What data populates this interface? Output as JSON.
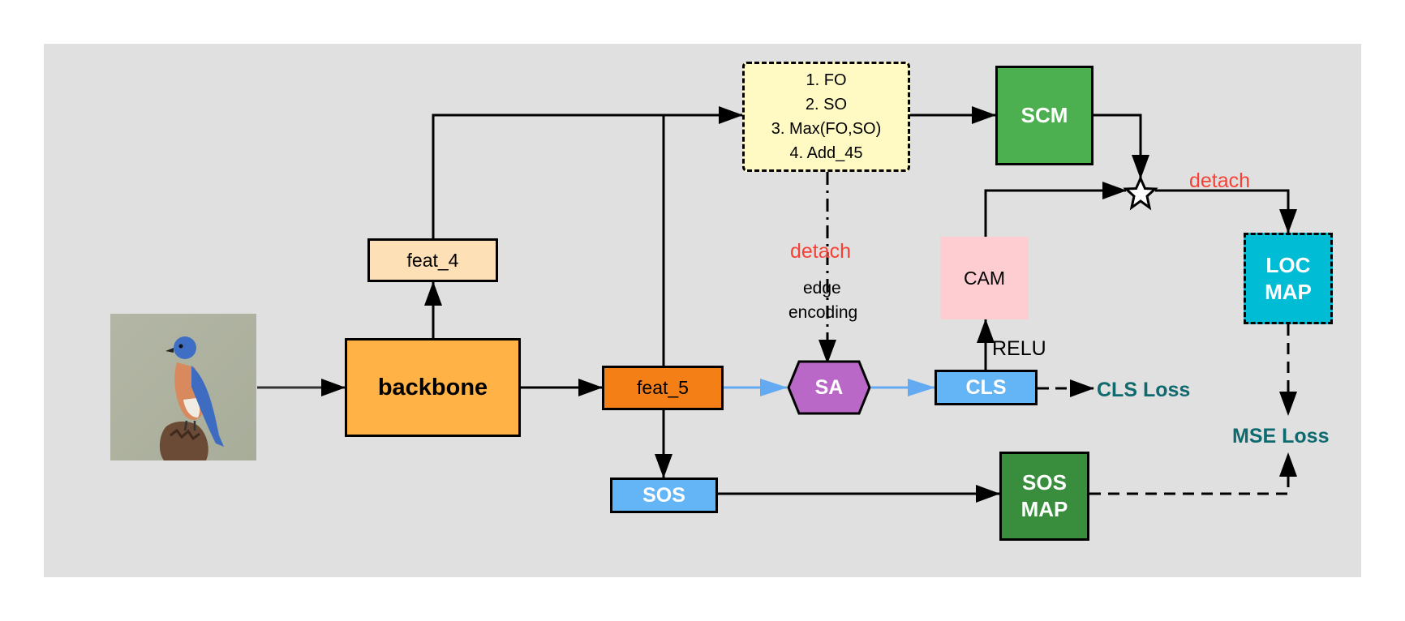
{
  "nodes": {
    "backbone": "backbone",
    "feat4": "feat_4",
    "feat5": "feat_5",
    "fusion_lines": [
      "1. FO",
      "2. SO",
      "3. Max(FO,SO)",
      "4. Add_45"
    ],
    "scm": "SCM",
    "cam": "CAM",
    "sa": "SA",
    "cls": "CLS",
    "sos": "SOS",
    "sos_map": [
      "SOS",
      "MAP"
    ],
    "loc_map": [
      "LOC",
      "MAP"
    ]
  },
  "labels": {
    "detach_mid": "detach",
    "edge_encoding": [
      "edge",
      "encoding"
    ],
    "detach_right": "detach",
    "relu": "RELU",
    "cls_loss": "CLS Loss",
    "mse_loss": "MSE Loss"
  },
  "colors": {
    "panel_bg": "#e0e0e0",
    "backbone": "#ffb347",
    "feat4": "#fde0b6",
    "feat5": "#f57f17",
    "fusion": "#fff9c4",
    "scm": "#4caf50",
    "cam": "#fecdd2",
    "sa": "#ba68c8",
    "cls": "#64b5f6",
    "sos": "#64b5f6",
    "sos_map": "#388e3c",
    "loc_map": "#00bcd4",
    "detach_text": "#f44336",
    "loss_text": "#0e6a6e",
    "blue_arrow": "#64aaf2"
  },
  "icons": {
    "input_image": "bluebird-photo-icon",
    "fusion_point": "star-icon"
  }
}
